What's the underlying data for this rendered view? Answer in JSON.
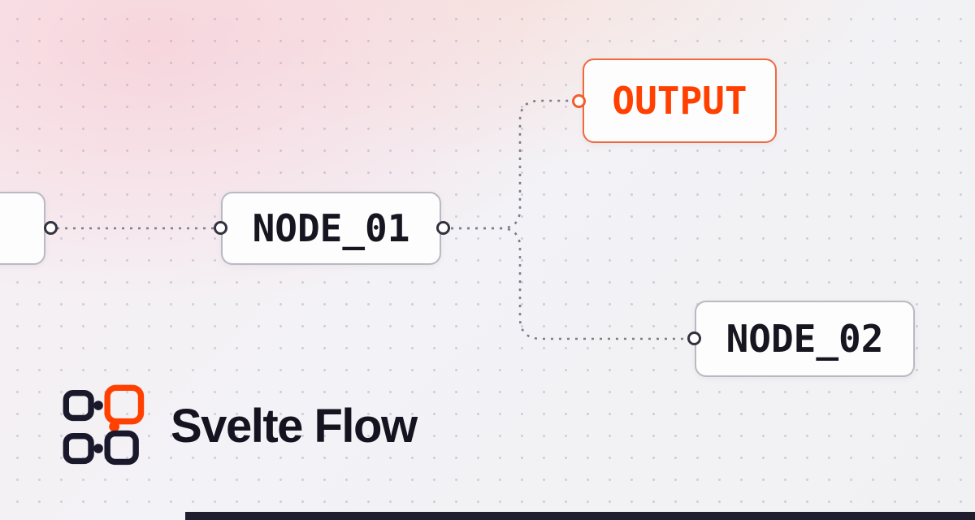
{
  "flow": {
    "nodes": {
      "node01": {
        "label": "NODE_01"
      },
      "output": {
        "label": "OUTPUT"
      },
      "node02": {
        "label": "NODE_02"
      }
    },
    "edges": [
      {
        "from": "partial-node",
        "to": "node01"
      },
      {
        "from": "node01",
        "to": "output"
      },
      {
        "from": "node01",
        "to": "node02"
      }
    ]
  },
  "branding": {
    "title": "Svelte Flow",
    "logo_icon": "svelte-flow-logo"
  },
  "colors": {
    "accent_orange": "#ff4000",
    "node_text": "#17151f",
    "node_border": "#b9b9c2",
    "output_border": "#f06a3f",
    "edge": "#7c7c88",
    "handle_border": "#33323e",
    "bottom_bar": "#1f1d2e",
    "background_pink": "#f7dde3",
    "background_gray": "#f1f1f4"
  }
}
